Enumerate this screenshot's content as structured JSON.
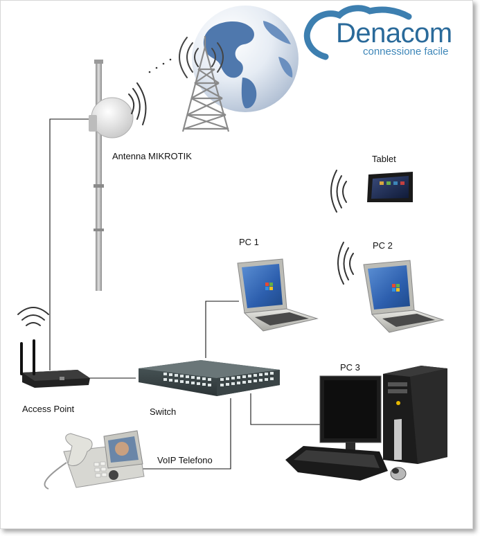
{
  "logo": {
    "name": "Denacom",
    "tagline": "connessione facile"
  },
  "labels": {
    "antenna": "Antenna MIKROTIK",
    "tablet": "Tablet",
    "pc1": "PC 1",
    "pc2": "PC 2",
    "pc3": "PC 3",
    "access_point": "Access Point",
    "switch": "Switch",
    "voip": "VoIP Telefono"
  },
  "icons": [
    "globe-icon",
    "radio-tower-icon",
    "antenna-icon",
    "wifi-waves-icon",
    "tablet-icon",
    "laptop-icon",
    "desktop-pc-icon",
    "switch-icon",
    "access-point-icon",
    "voip-phone-icon",
    "logo-icon"
  ],
  "colors": {
    "brand": "#2a6a9a",
    "brand_light": "#3d86b8",
    "cable": "#111111"
  }
}
